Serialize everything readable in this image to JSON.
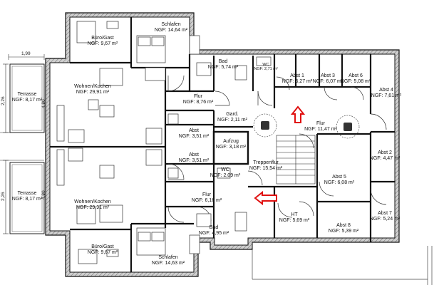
{
  "rooms": [
    {
      "id": "buero-gast-top",
      "name": "Büro/Gast",
      "area": "NGF: 9,67 m²"
    },
    {
      "id": "schlafen-top",
      "name": "Schlafen",
      "area": "NGF: 14,64 m²"
    },
    {
      "id": "bad-top",
      "name": "Bad",
      "area": "NGF: 5,74 m²"
    },
    {
      "id": "wc-top",
      "name": "WC",
      "area": "NGF: 2,71 m²"
    },
    {
      "id": "terrasse-top",
      "name": "Terrasse",
      "area": "NGF: 8,17 m²"
    },
    {
      "id": "wohnen-top",
      "name": "Wohnen/Kochen",
      "area": "NGF: 29,91 m²"
    },
    {
      "id": "flur-top",
      "name": "Flur",
      "area": "NGF: 8,76 m²"
    },
    {
      "id": "gard",
      "name": "Gard.",
      "area": "NGF: 2,11 m²"
    },
    {
      "id": "abst-top",
      "name": "Abst",
      "area": "NGF: 3,51 m²"
    },
    {
      "id": "aufzug",
      "name": "Aufzug",
      "area": "NGF: 3,18 m²"
    },
    {
      "id": "abst-mid",
      "name": "Abst",
      "area": "NGF: 3,51 m²"
    },
    {
      "id": "wc-mid",
      "name": "WC",
      "area": "NGF: 2,09 m²"
    },
    {
      "id": "treppenflur",
      "name": "Treppenflur",
      "area": "NGF: 15,54 m²"
    },
    {
      "id": "terrasse-bot",
      "name": "Terrasse",
      "area": "NGF: 8,17 m²"
    },
    {
      "id": "wohnen-bot",
      "name": "Wohnen/Kochen",
      "area": "NGF: 29,91 m²"
    },
    {
      "id": "flur-bot",
      "name": "Flur",
      "area": "NGF: 6,16 m²"
    },
    {
      "id": "bad-bot",
      "name": "Bad",
      "area": "NGF: 4,95 m²"
    },
    {
      "id": "buero-gast-bot",
      "name": "Büro/Gast",
      "area": "NGF: 9,67 m²"
    },
    {
      "id": "schlafen-bot",
      "name": "Schlafen",
      "area": "NGF: 14,63 m²"
    },
    {
      "id": "ht",
      "name": "HT",
      "area": "NGF: 5,69 m²"
    },
    {
      "id": "abst1",
      "name": "Abst 1",
      "area": "NGF: 5,27 m²"
    },
    {
      "id": "abst3",
      "name": "Abst 3",
      "area": "NGF: 6,07 m²"
    },
    {
      "id": "abst6",
      "name": "Abst 6",
      "area": "NGF: 5,08 m²"
    },
    {
      "id": "abst4",
      "name": "Abst 4",
      "area": "NGF: 7,61 m²"
    },
    {
      "id": "flur-right",
      "name": "Flur",
      "area": "NGF: 11,47 m²"
    },
    {
      "id": "abst2",
      "name": "Abst 2",
      "area": "NGF: 4,47 m²"
    },
    {
      "id": "abst5",
      "name": "Abst 5",
      "area": "NGF: 6,08 m²"
    },
    {
      "id": "abst7",
      "name": "Abst 7",
      "area": "NGF: 5,24 m²"
    },
    {
      "id": "abst8",
      "name": "Abst 8",
      "area": "NGF: 5,39 m²"
    }
  ],
  "dimensions": {
    "width_top": "1,99",
    "terrace_top_h": "2,26",
    "terrace_top_inner": "4,80",
    "terrace_bot_h": "2,26",
    "terrace_bot_inner": "4,80"
  },
  "colors": {
    "wall": "#111111",
    "arrow": "#e01010",
    "outer_fill": "#d4d4d4"
  }
}
